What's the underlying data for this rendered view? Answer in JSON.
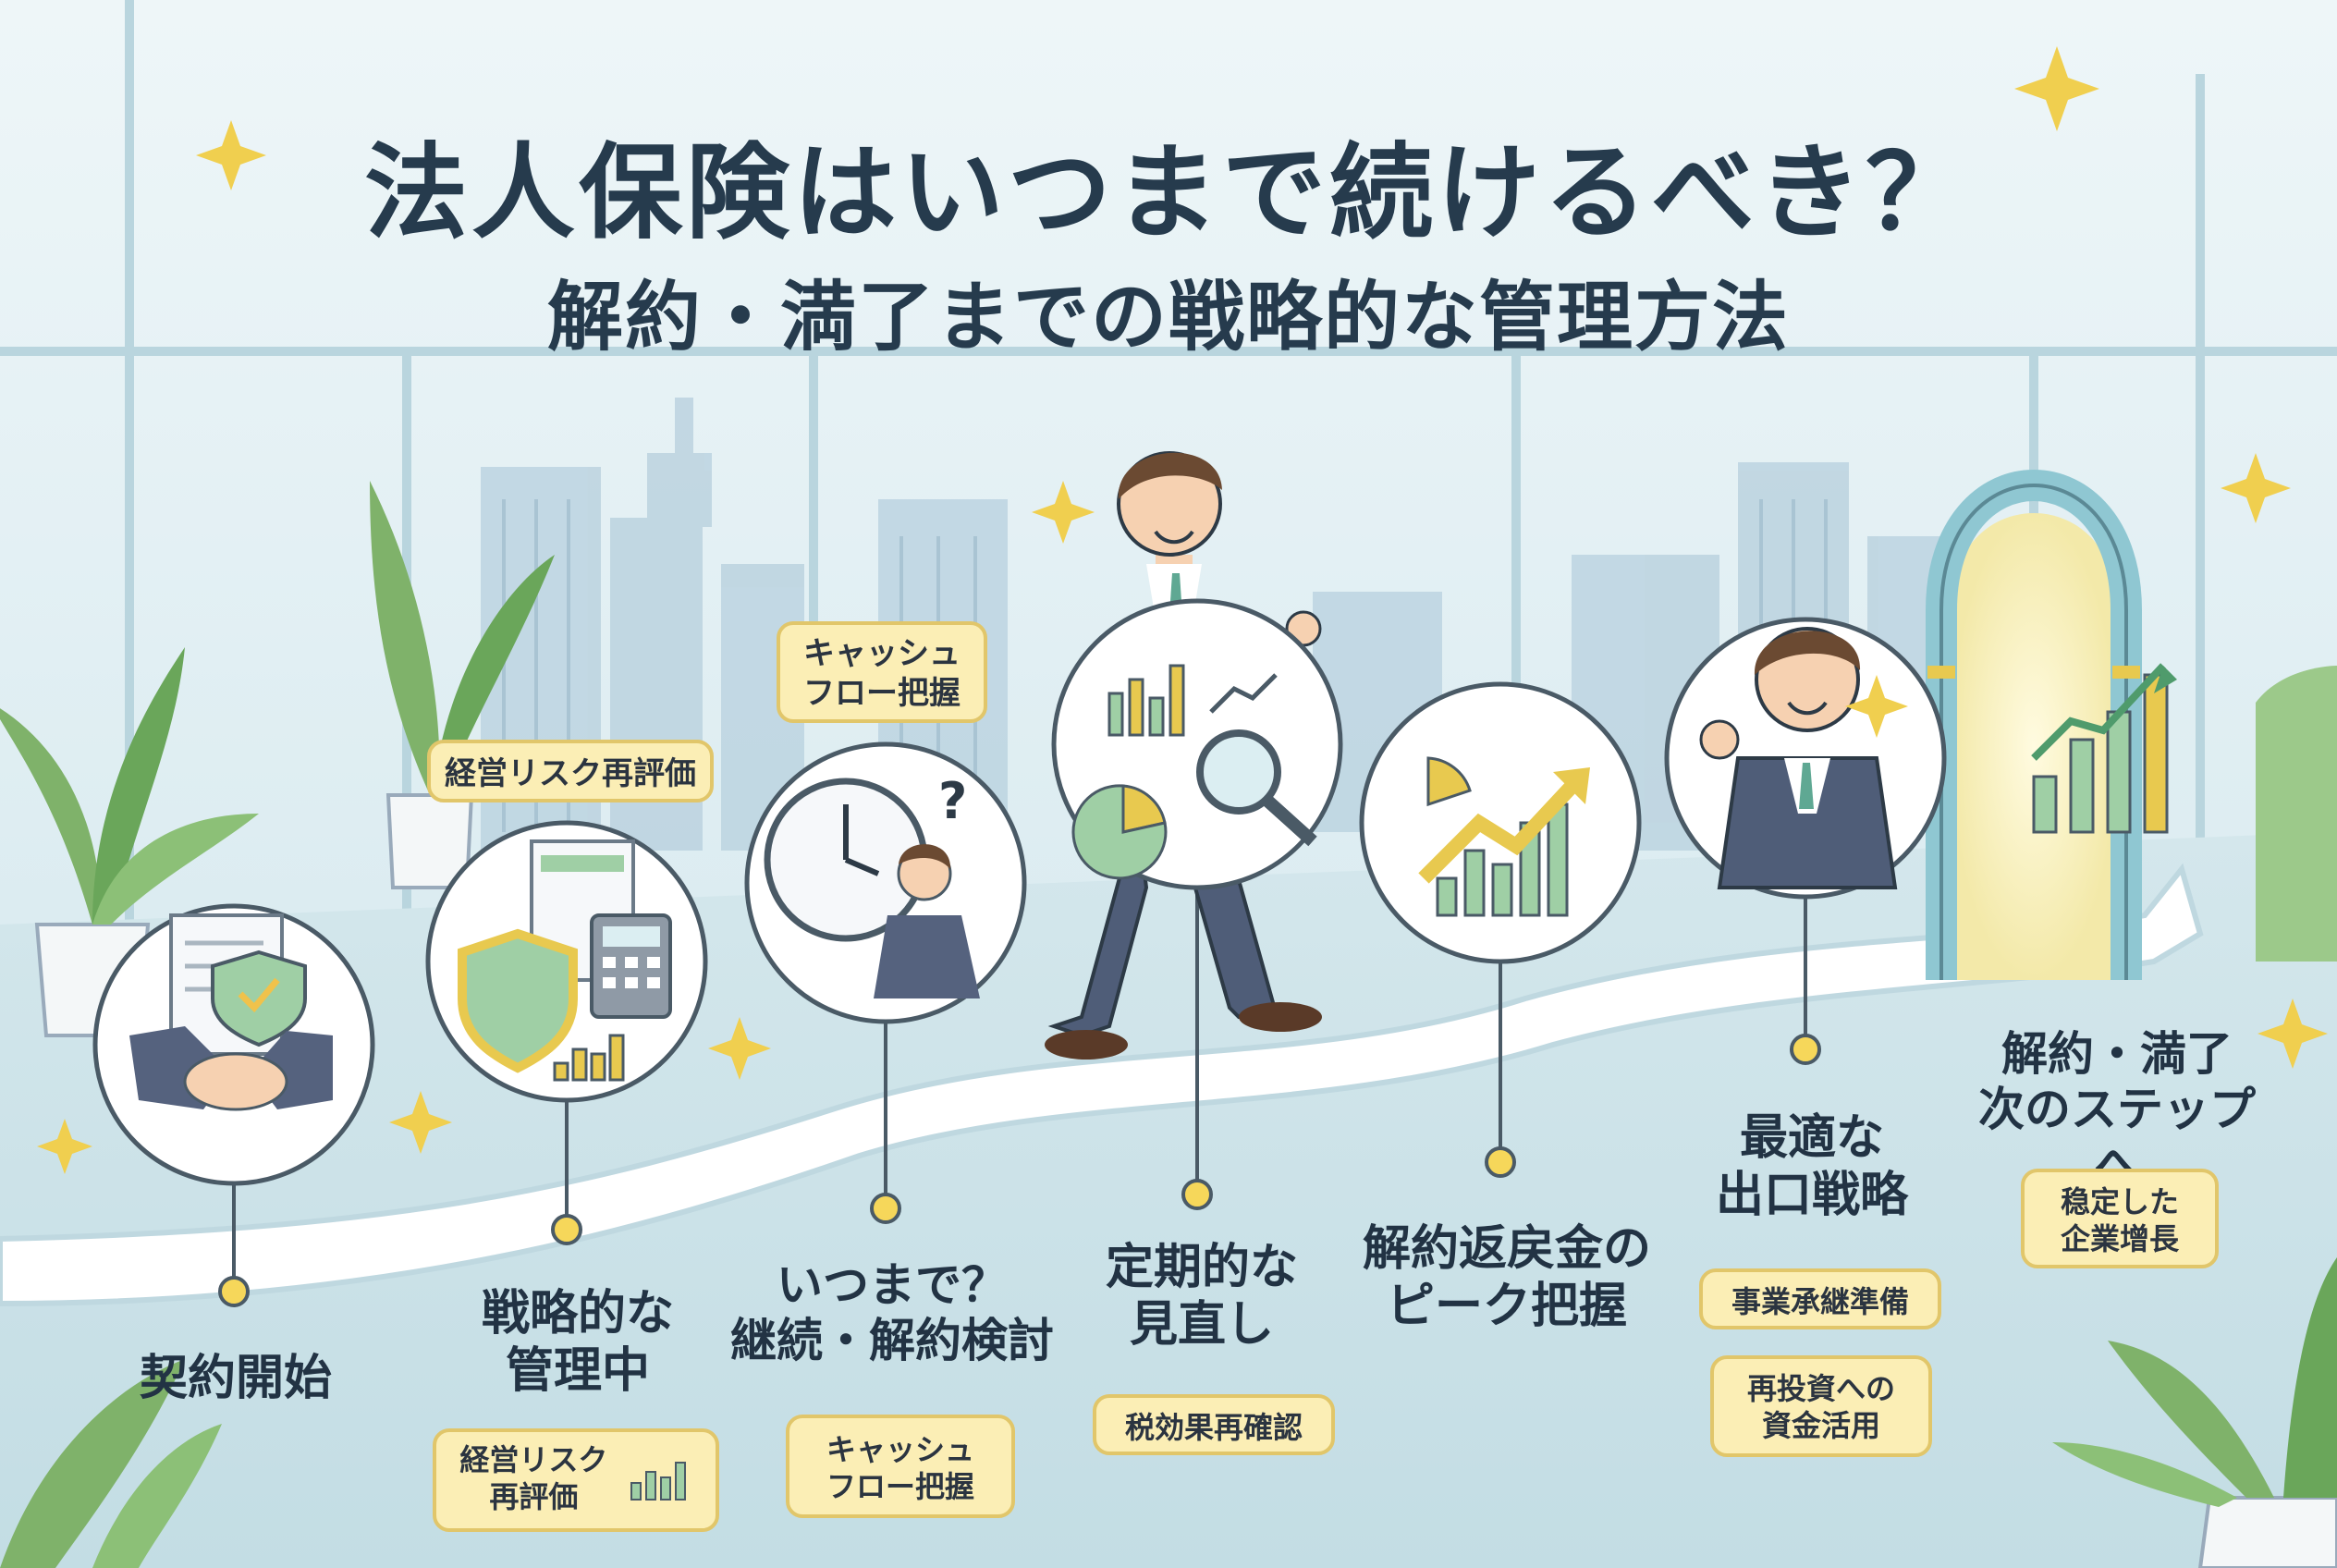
{
  "title": "法人保険はいつまで続けるべき？",
  "subtitle": "解約・満了までの戦略的な管理方法",
  "steps": [
    {
      "label": "契約開始"
    },
    {
      "label_l1": "戦略的な",
      "label_l2": "管理中",
      "top_tag": "経営リスク再評価",
      "bottom_tag_l1": "経営リスク",
      "bottom_tag_l2": "再評価"
    },
    {
      "label_l1": "いつまで？",
      "label_l2": "継続・解約検討",
      "top_tag_l1": "キャッシュ",
      "top_tag_l2": "フロー把握",
      "bottom_tag_l1": "キャッシュ",
      "bottom_tag_l2": "フロー把握"
    },
    {
      "label_l1": "定期的な",
      "label_l2": "見直し",
      "bottom_tag": "税効果再確認"
    },
    {
      "label_l1": "解約返戻金の",
      "label_l2": "ピーク把握"
    },
    {
      "label_l1": "最適な",
      "label_l2": "出口戦略",
      "tag_a": "事業承継準備",
      "tag_b_l1": "再投資への",
      "tag_b_l2": "資金活用"
    },
    {
      "label_l1": "解約・満了",
      "label_l2": "次のステップへ",
      "tag_l1": "稳定した",
      "tag_l2": "企業增長"
    }
  ],
  "colors": {
    "accent": "#f2c94c",
    "tag_bg": "#fbeeb5",
    "ink": "#263b4d",
    "suit": "#4f5d78"
  }
}
